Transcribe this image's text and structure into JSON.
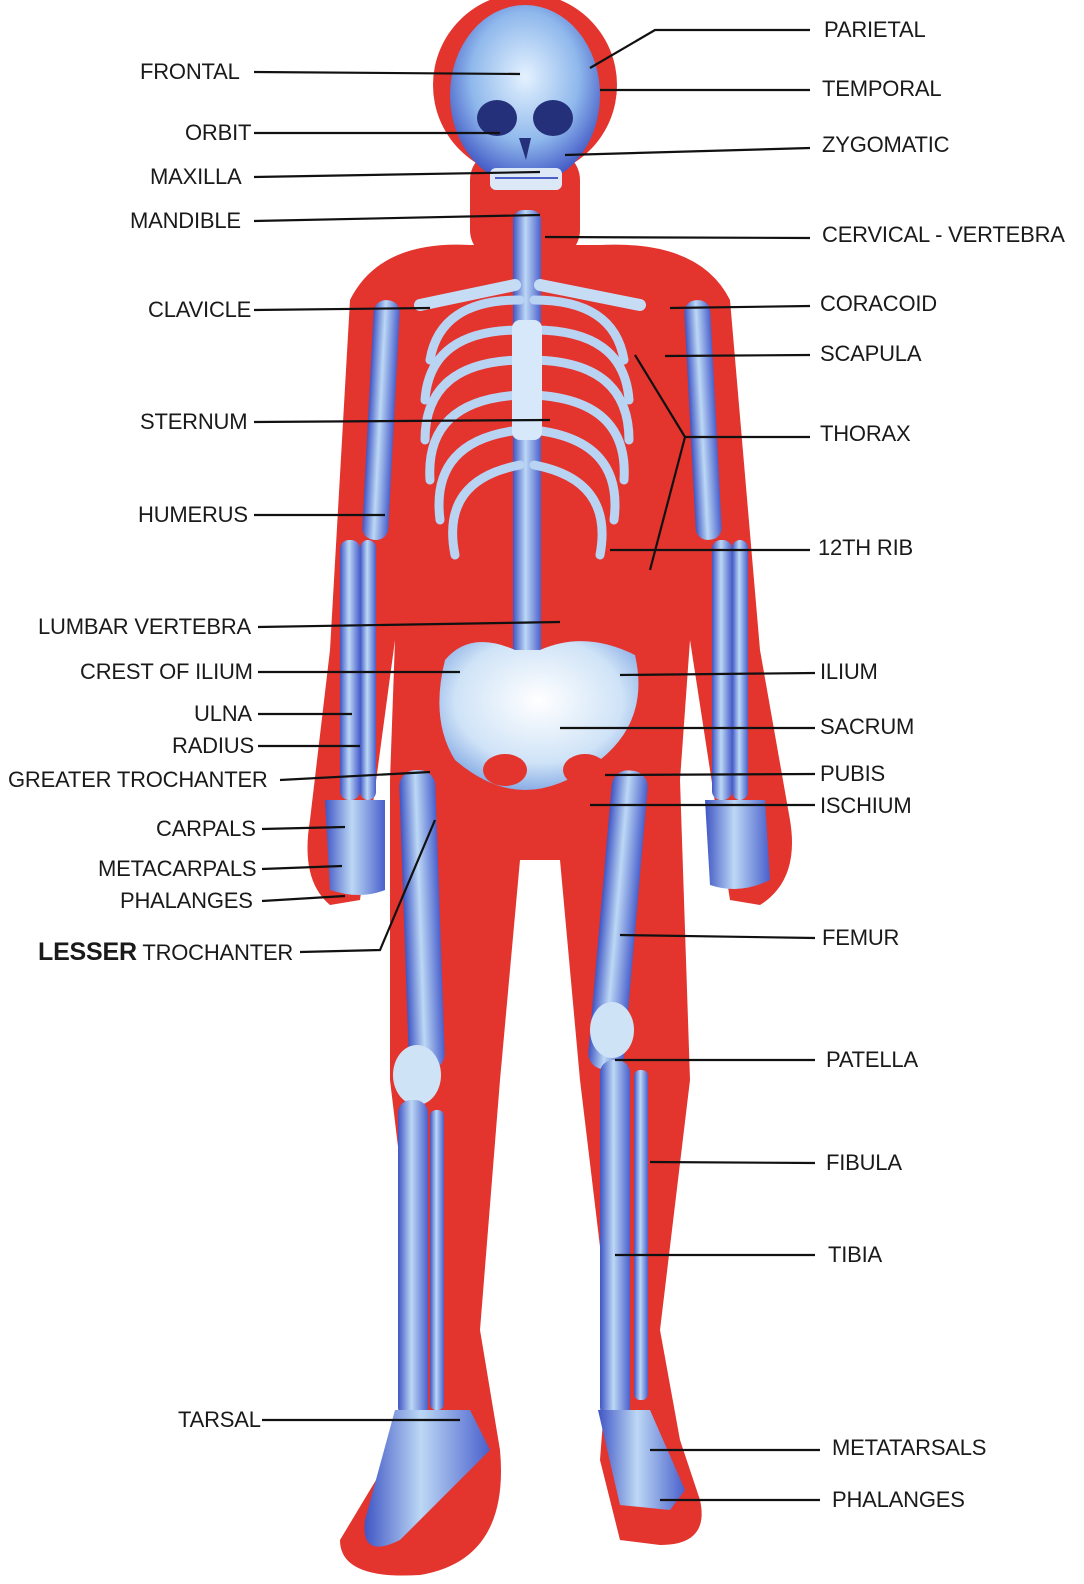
{
  "diagram": {
    "labels_left": [
      {
        "id": "frontal",
        "text": "FRONTAL"
      },
      {
        "id": "orbit",
        "text": "ORBIT"
      },
      {
        "id": "maxilla",
        "text": "MAXILLA"
      },
      {
        "id": "mandible",
        "text": "MANDIBLE"
      },
      {
        "id": "clavicle",
        "text": "CLAVICLE"
      },
      {
        "id": "sternum",
        "text": "STERNUM"
      },
      {
        "id": "humerus",
        "text": "HUMERUS"
      },
      {
        "id": "lumbar-vertebra",
        "text": "LUMBAR VERTEBRA"
      },
      {
        "id": "crest-of-ilium",
        "text": "CREST OF ILIUM"
      },
      {
        "id": "ulna",
        "text": "ULNA"
      },
      {
        "id": "radius",
        "text": "RADIUS"
      },
      {
        "id": "greater-trochanter",
        "text": "GREATER TROCHANTER"
      },
      {
        "id": "carpals",
        "text": "CARPALS"
      },
      {
        "id": "metacarpals",
        "text": "METACARPALS"
      },
      {
        "id": "phalanges-hand",
        "text": "PHALANGES"
      },
      {
        "id": "tarsal",
        "text": "TARSAL"
      }
    ],
    "lesser_trochanter": {
      "bold": "LESSER",
      "rest": " TROCHANTER"
    },
    "labels_right": [
      {
        "id": "parietal",
        "text": "PARIETAL"
      },
      {
        "id": "temporal",
        "text": "TEMPORAL"
      },
      {
        "id": "zygomatic",
        "text": "ZYGOMATIC"
      },
      {
        "id": "cervical-vertebra",
        "text": "CERVICAL - VERTEBRA"
      },
      {
        "id": "coracoid",
        "text": "CORACOID"
      },
      {
        "id": "scapula",
        "text": "SCAPULA"
      },
      {
        "id": "thorax",
        "text": "THORAX"
      },
      {
        "id": "12th-rib",
        "text": "12TH RIB"
      },
      {
        "id": "ilium",
        "text": "ILIUM"
      },
      {
        "id": "sacrum",
        "text": "SACRUM"
      },
      {
        "id": "pubis",
        "text": "PUBIS"
      },
      {
        "id": "ischium",
        "text": "ISCHIUM"
      },
      {
        "id": "femur",
        "text": "FEMUR"
      },
      {
        "id": "patella",
        "text": "PATELLA"
      },
      {
        "id": "fibula",
        "text": "FIBULA"
      },
      {
        "id": "tibia",
        "text": "TIBIA"
      },
      {
        "id": "metatarsals",
        "text": "METATARSALS"
      },
      {
        "id": "phalanges-foot",
        "text": "PHALANGES"
      }
    ],
    "colors": {
      "body": "#e8352f",
      "bone": "#9fc4ee",
      "bone_dark": "#4a5fc8",
      "leader": "#111111"
    }
  }
}
